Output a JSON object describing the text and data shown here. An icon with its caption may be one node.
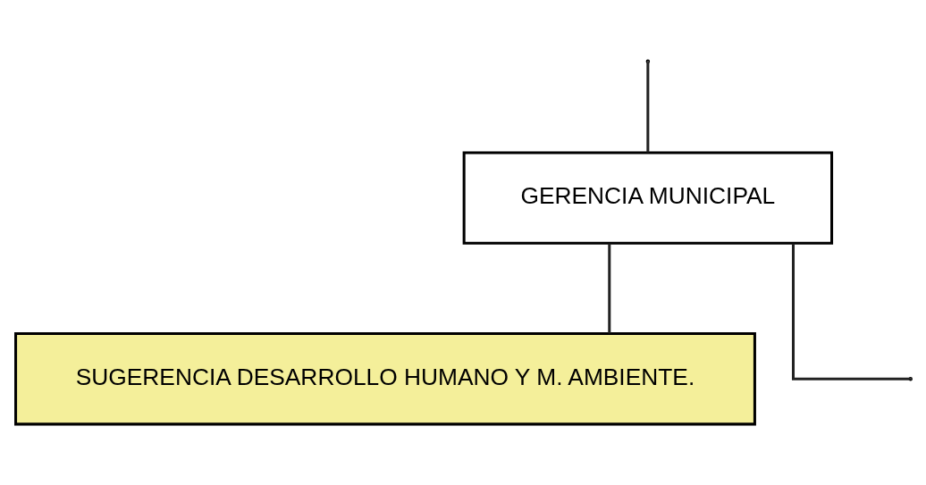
{
  "diagram": {
    "nodes": [
      {
        "text": [
          "GERENCIA MUNICIPAL"
        ]
      },
      {
        "text": [
          "SUGERENCIA DESARROLLO HUMANO Y M. AMBIENTE."
        ]
      }
    ],
    "edges": [
      {
        "from": null,
        "to": 0,
        "arrow": "none"
      },
      {
        "from": 0,
        "to": 1,
        "arrow": "none"
      },
      {
        "from": 0,
        "to": null,
        "arrow": "none"
      }
    ]
  }
}
